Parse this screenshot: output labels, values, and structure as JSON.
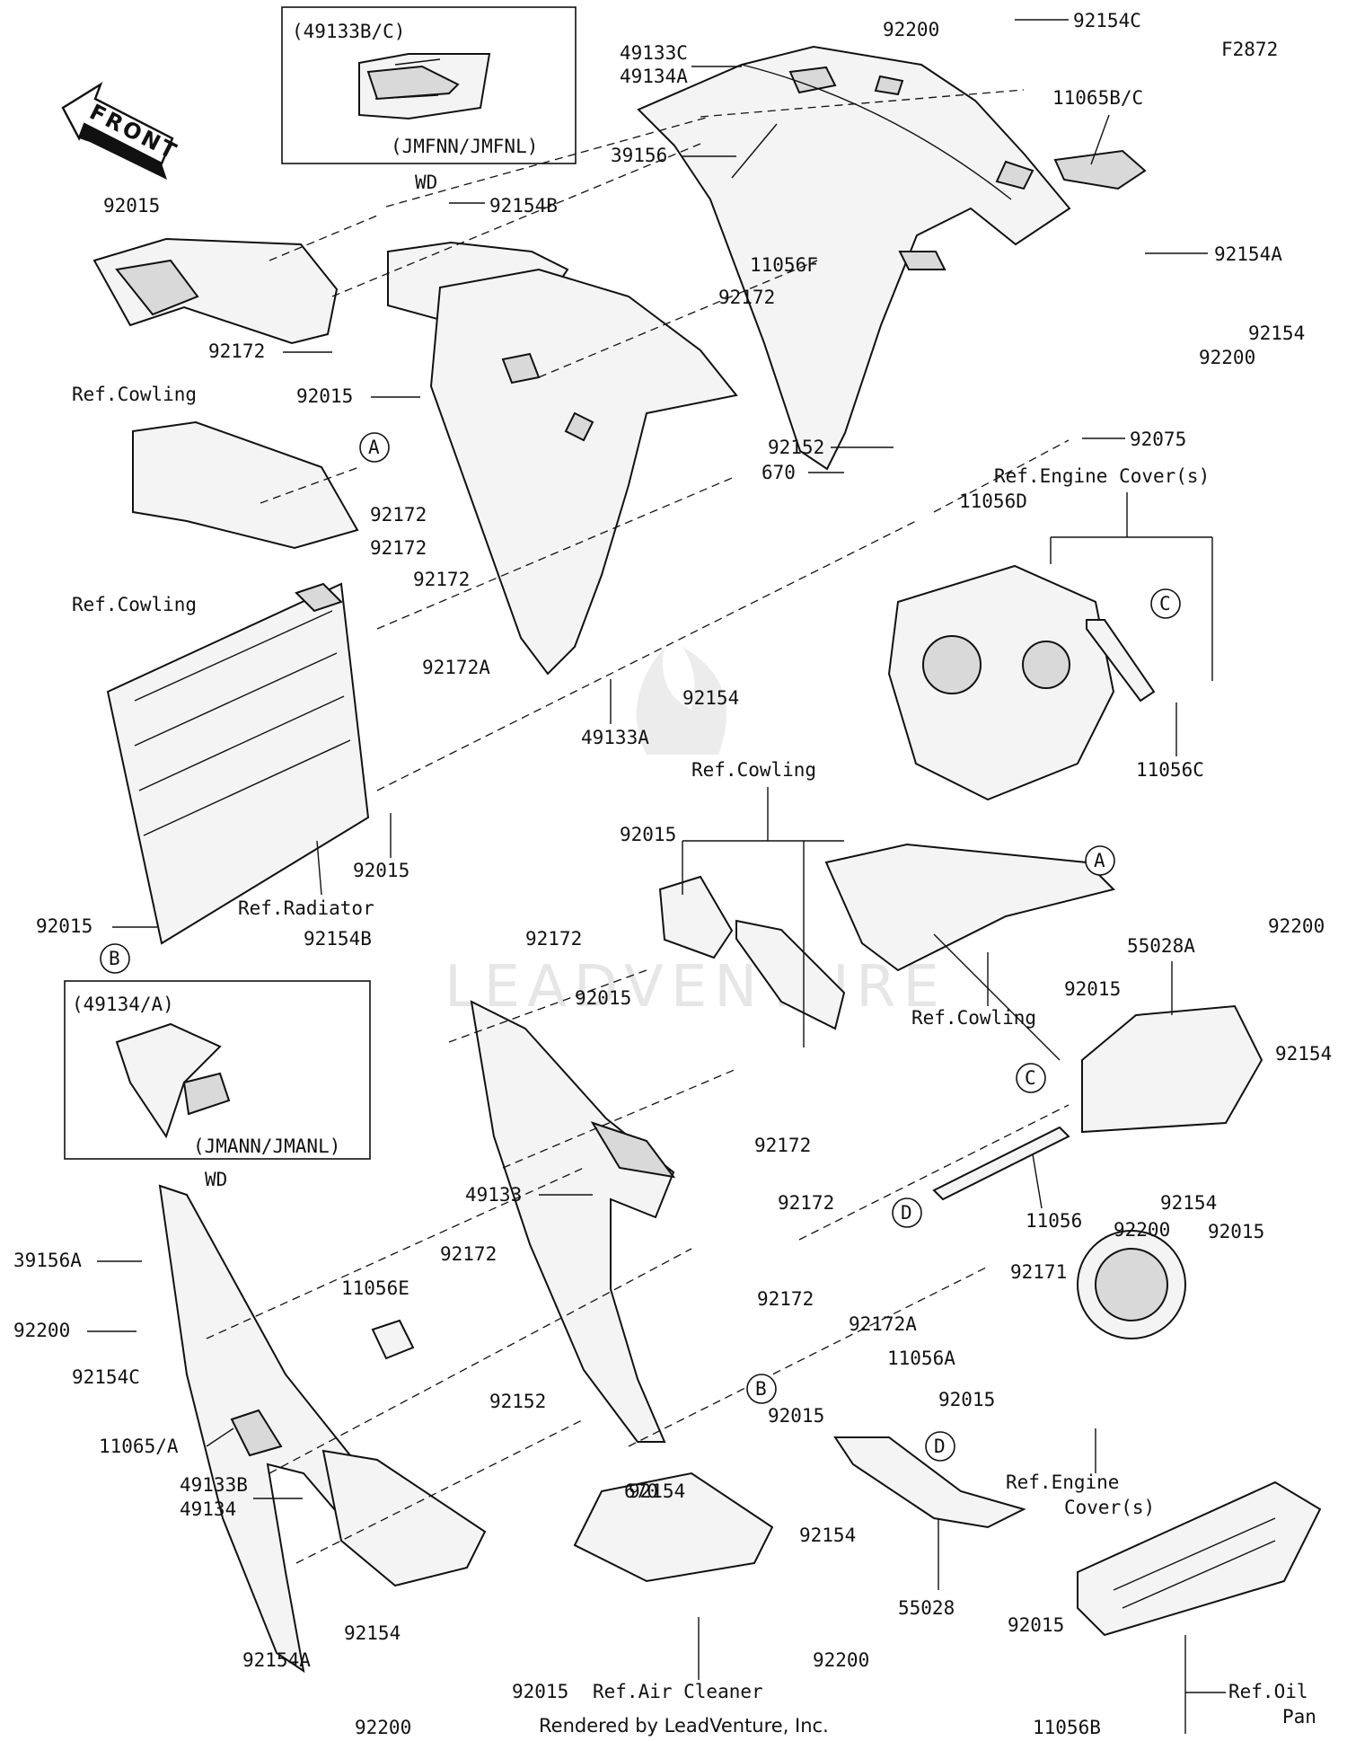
{
  "diagram": {
    "figure_code": "F2872",
    "front_label": "FRONT",
    "credit": "Rendered by LeadVenture, Inc.",
    "watermark": "LEADVENTURE",
    "insets": [
      {
        "code": "(49133B/C)",
        "variant": "(JMFNN/JMFNL)",
        "tag": "WD"
      },
      {
        "code": "(49134/A)",
        "variant": "(JMANN/JMANL)",
        "tag": "WD"
      }
    ],
    "markers": {
      "a": "A",
      "b": "B",
      "c": "C",
      "d": "D"
    },
    "refs": {
      "cowling": "Ref.Cowling",
      "radiator": "Ref.Radiator",
      "engine_covers": "Ref.Engine Cover(s)",
      "engine": "Ref.Engine",
      "covers": "Cover(s)",
      "air_cleaner": "Ref.Air Cleaner",
      "oil": "Ref.Oil",
      "pan": "Pan"
    },
    "parts": {
      "p49133C": "49133C",
      "p49134A": "49134A",
      "p92200": "92200",
      "p92154C": "92154C",
      "p11065BC": "11065B/C",
      "p39156": "39156",
      "p92015": "92015",
      "p92154B": "92154B",
      "p92172": "92172",
      "p11056F": "11056F",
      "p92154A": "92154A",
      "p92154": "92154",
      "p92075": "92075",
      "p92152": "92152",
      "p670": "670",
      "p11056D": "11056D",
      "p92172A": "92172A",
      "p49133A": "49133A",
      "p11056C": "11056C",
      "p55028A": "55028A",
      "p11056": "11056",
      "p49133": "49133",
      "p39156A": "39156A",
      "p11056E": "11056E",
      "p92171": "92171",
      "p11056A": "11056A",
      "p11065A": "11065/A",
      "p49133B": "49133B",
      "p49134": "49134",
      "p55028": "55028",
      "p11056B": "11056B"
    }
  }
}
